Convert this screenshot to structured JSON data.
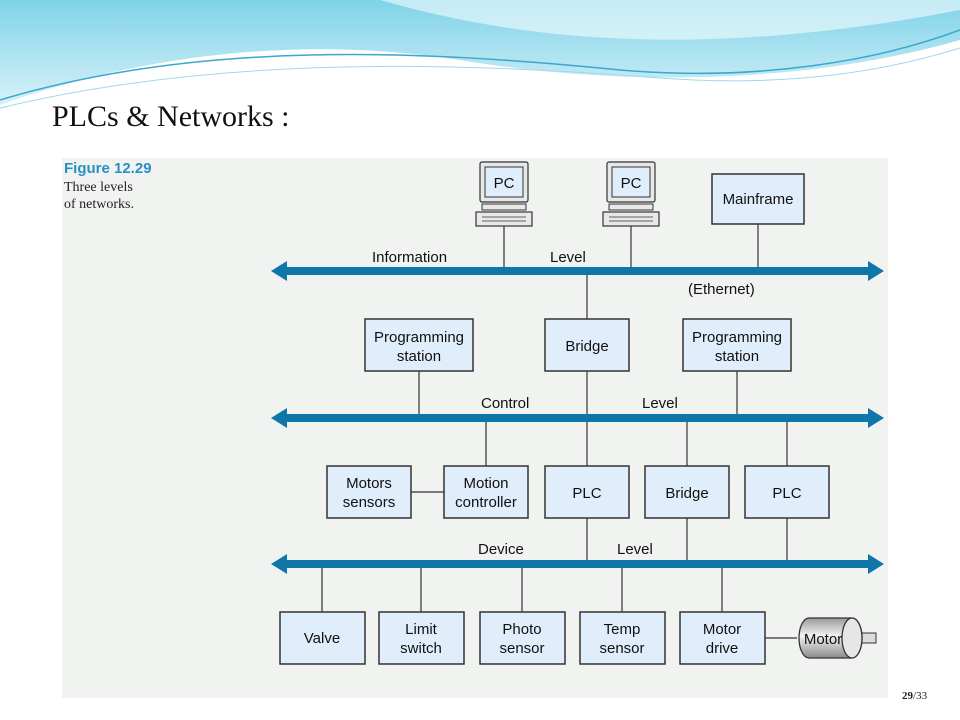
{
  "slide": {
    "title": "PLCs & Networks :",
    "page_number": "29",
    "page_total": "33",
    "accent_color": "#5bc0de"
  },
  "figure": {
    "label": "Figure 12.29",
    "caption_line1": "Three levels",
    "caption_line2": "of networks."
  },
  "diagram": {
    "bus_color": "#0e76a8",
    "box_fill": "#dfeefa",
    "information": {
      "label_left": "Information",
      "label_right": "Level",
      "note": "(Ethernet)",
      "pc1": "PC",
      "pc2": "PC",
      "mainframe": "Mainframe"
    },
    "control": {
      "label_left": "Control",
      "label_right": "Level",
      "prog_left_line1": "Programming",
      "prog_left_line2": "station",
      "bridge": "Bridge",
      "prog_right_line1": "Programming",
      "prog_right_line2": "station"
    },
    "device": {
      "label_left": "Device",
      "label_right": "Level",
      "motors_line1": "Motors",
      "motors_line2": "sensors",
      "motion_line1": "Motion",
      "motion_line2": "controller",
      "plc1": "PLC",
      "bridge": "Bridge",
      "plc2": "PLC"
    },
    "field": {
      "valve": "Valve",
      "limit_line1": "Limit",
      "limit_line2": "switch",
      "photo_line1": "Photo",
      "photo_line2": "sensor",
      "temp_line1": "Temp",
      "temp_line2": "sensor",
      "drive_line1": "Motor",
      "drive_line2": "drive",
      "motor": "Motor"
    }
  }
}
